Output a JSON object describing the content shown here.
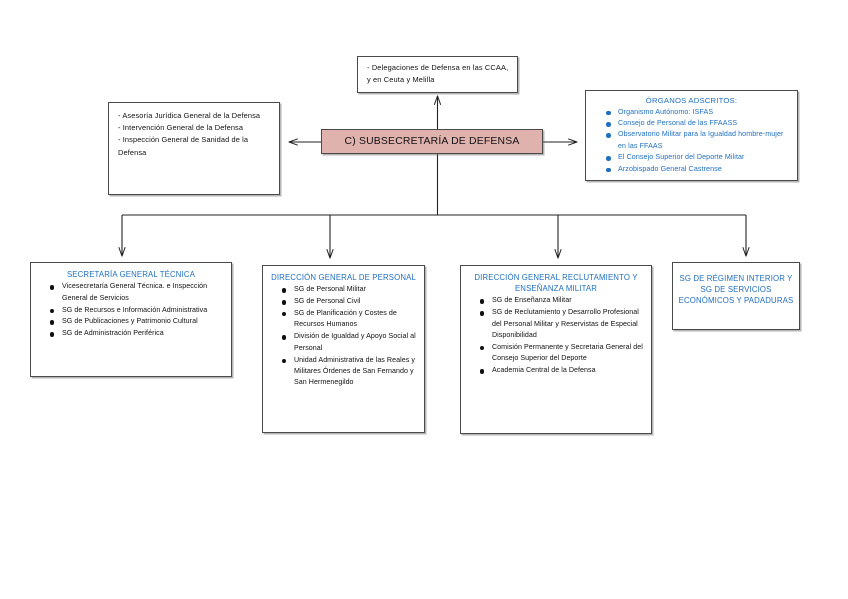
{
  "chart_data": {
    "type": "diagram",
    "title": "C) SUBSECRETARÍA DE DEFENSA",
    "layout": "organizational-hierarchy"
  },
  "colors": {
    "root_fill": "#e0b2ae",
    "accent_blue": "#1f6fc0",
    "border": "#4a4a4a",
    "text": "#111111"
  },
  "root": {
    "label": "C) SUBSECRETARÍA DE DEFENSA"
  },
  "top_box": {
    "lines": "- Delegaciones de Defensa en las CCAA, y en Ceuta y Melilla"
  },
  "left_box": {
    "lines": "- Asesoría Jurídica General de la Defensa - Intervención General de la Defensa - Inspección General de Sanidad de la Defensa",
    "items": [
      "- Asesoría Jurídica General de la Defensa",
      "- Intervención General de la Defensa",
      "- Inspección General de Sanidad de la Defensa"
    ]
  },
  "right_box": {
    "title": "ÓRGANOS ADSCRITOS:",
    "items": [
      "Organismo Autónomo: ISFAS",
      "Consejo de Personal de las FFAASS",
      "Observatorio Militar para la Igualdad hombre-mujer en las FFAAS",
      "El Consejo Superior del Deporte Militar",
      "Arzobispado General Castrense"
    ]
  },
  "branches": [
    {
      "title": "SECRETARÍA GENERAL TÉCNICA",
      "items": [
        "Vicesecretaría General Técnica. e Inspección General de Servicios",
        "SG de Recursos e Información Administrativa",
        "SG de Publicaciones y Patrimonio Cultural",
        "SG de Administración Periférica"
      ]
    },
    {
      "title": "DIRECCIÓN GENERAL DE PERSONAL",
      "items": [
        "SG de Personal Militar",
        "SG de Personal Civil",
        "SG de Planificación y Costes de Recursos Humanos",
        "División de Igualdad y Apoyo Social al Personal",
        "Unidad Administrativa de las Reales y Militares Órdenes de San Fernando y San Hermenegildo"
      ]
    },
    {
      "title": "DIRECCIÓN GENERAL RECLUTAMIENTO Y ENSEÑANZA MILITAR",
      "items": [
        "SG de Enseñanza Militar",
        "SG de Reclutamiento y Desarrollo Profesional del Personal Militar y Reservistas de Especial Disponibilidad",
        "Comisión Permanente y Secretaria General del Consejo Superior del Deporte",
        "Academia Central de la Defensa"
      ]
    },
    {
      "title": "SG DE RÉGIMEN INTERIOR Y SG DE SERVICIOS ECONÓMICOS Y PADADURAS",
      "items": []
    }
  ]
}
